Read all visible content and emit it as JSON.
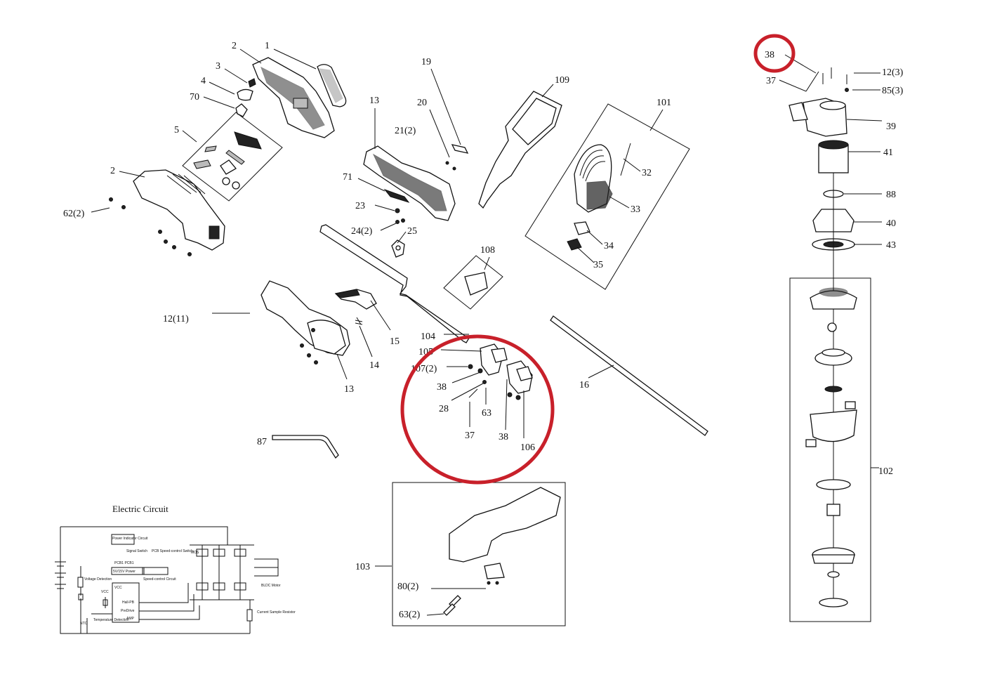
{
  "labels": [
    {
      "id": "l1",
      "text": "1"
    },
    {
      "id": "l2a",
      "text": "2"
    },
    {
      "id": "l3",
      "text": "3"
    },
    {
      "id": "l4",
      "text": "4"
    },
    {
      "id": "l70",
      "text": "70"
    },
    {
      "id": "l5",
      "text": "5"
    },
    {
      "id": "l2b",
      "text": "2"
    },
    {
      "id": "l62",
      "text": "62(2)"
    },
    {
      "id": "l13a",
      "text": "13"
    },
    {
      "id": "l19",
      "text": "19"
    },
    {
      "id": "l20",
      "text": "20"
    },
    {
      "id": "l21",
      "text": "21(2)"
    },
    {
      "id": "l71",
      "text": "71"
    },
    {
      "id": "l23",
      "text": "23"
    },
    {
      "id": "l24",
      "text": "24(2)"
    },
    {
      "id": "l25",
      "text": "25"
    },
    {
      "id": "l109",
      "text": "109"
    },
    {
      "id": "l101",
      "text": "101"
    },
    {
      "id": "l32",
      "text": "32"
    },
    {
      "id": "l33",
      "text": "33"
    },
    {
      "id": "l34",
      "text": "34"
    },
    {
      "id": "l35",
      "text": "35"
    },
    {
      "id": "l108",
      "text": "108"
    },
    {
      "id": "l12a",
      "text": "12(11)"
    },
    {
      "id": "l15",
      "text": "15"
    },
    {
      "id": "l14",
      "text": "14"
    },
    {
      "id": "l13b",
      "text": "13"
    },
    {
      "id": "l104",
      "text": "104"
    },
    {
      "id": "l105",
      "text": "105"
    },
    {
      "id": "l107",
      "text": "107(2)"
    },
    {
      "id": "l38a",
      "text": "38"
    },
    {
      "id": "l28",
      "text": "28"
    },
    {
      "id": "l63a",
      "text": "63"
    },
    {
      "id": "l37a",
      "text": "37"
    },
    {
      "id": "l38b",
      "text": "38"
    },
    {
      "id": "l106",
      "text": "106"
    },
    {
      "id": "l16",
      "text": "16"
    },
    {
      "id": "l87",
      "text": "87"
    },
    {
      "id": "l103",
      "text": "103"
    },
    {
      "id": "l80",
      "text": "80(2)"
    },
    {
      "id": "l63b",
      "text": "63(2)"
    },
    {
      "id": "l38c",
      "text": "38"
    },
    {
      "id": "l37b",
      "text": "37"
    },
    {
      "id": "l12b",
      "text": "12(3)"
    },
    {
      "id": "l85",
      "text": "85(3)"
    },
    {
      "id": "l39",
      "text": "39"
    },
    {
      "id": "l41",
      "text": "41"
    },
    {
      "id": "l88",
      "text": "88"
    },
    {
      "id": "l40",
      "text": "40"
    },
    {
      "id": "l43",
      "text": "43"
    },
    {
      "id": "l102",
      "text": "102"
    }
  ],
  "circuit": {
    "title": "Electric Circuit",
    "power_indicator": "Power Indicator Circuit",
    "signal_switch": "Signal Switch",
    "pcb1": "PCB1 PCB1",
    "speed_control_switch": "PCB Speed-control Switch",
    "power": "5V/15V Power",
    "speed_control_circuit": "Speed-control Circuit",
    "voltage_detection": "Voltage Detection",
    "mcu_vcc": "VCC",
    "mcu_hall": "Hall-PB",
    "mcu_predrive": "PreDrive",
    "mcu_amp": "AMP",
    "vcc": "VCC",
    "temp": "Temperature Detection",
    "ntc": "NTC",
    "mos": "MOS",
    "bldc": "BLDC Motor",
    "current_sample": "Current Sample Resistor"
  },
  "highlight_color": "#c8202a"
}
